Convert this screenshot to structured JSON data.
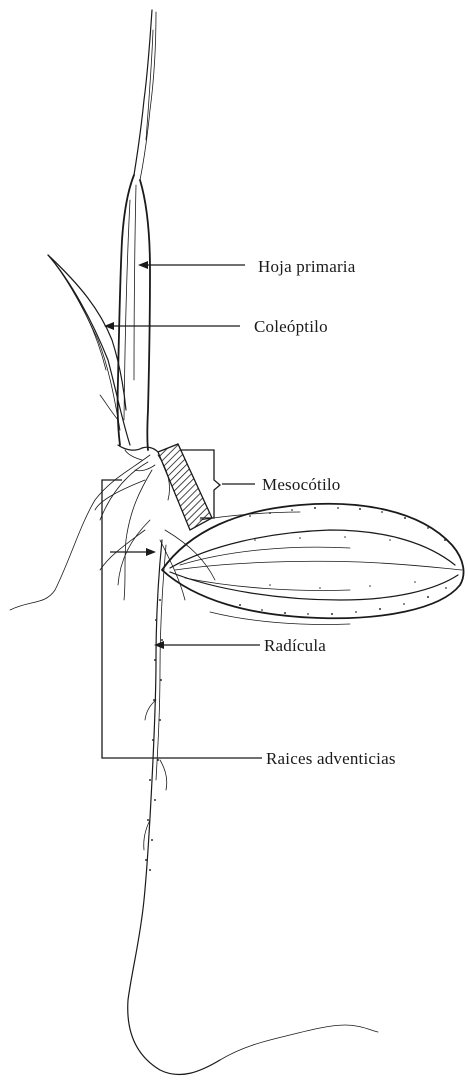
{
  "labels": {
    "hoja_primaria": "Hoja primaria",
    "coleoptilo": "Coleóptilo",
    "mesocotilo": "Mesocótilo",
    "radicula": "Radícula",
    "raices_adventicias": "Raices adventicias"
  },
  "colors": {
    "ink": "#1a1a1a",
    "background": "#ffffff"
  }
}
